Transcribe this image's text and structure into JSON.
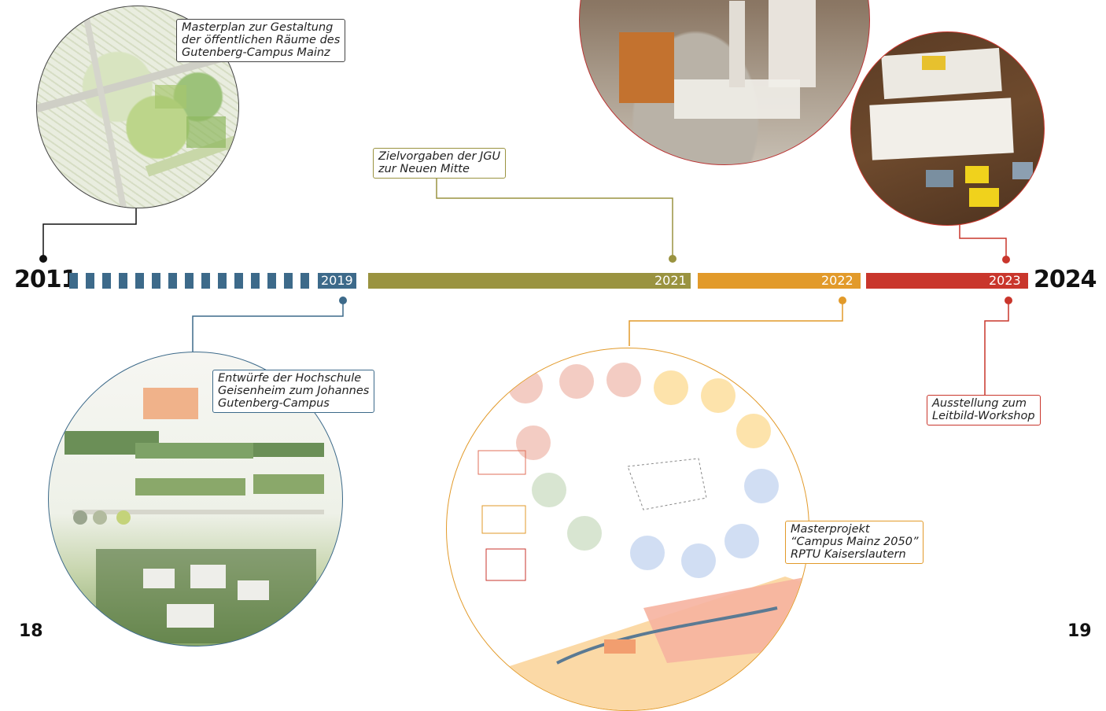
{
  "colors": {
    "blue": "#3d6a8a",
    "olive": "#9a9340",
    "orange": "#e29a2a",
    "red": "#c9362c",
    "ink": "#111111"
  },
  "timeline": {
    "start_year": "2011",
    "end_year": "2024",
    "segments": [
      {
        "label": "2019",
        "color": "blue"
      },
      {
        "label": "2021",
        "color": "olive"
      },
      {
        "label": "2022",
        "color": "orange"
      },
      {
        "label": "2023",
        "color": "red"
      }
    ]
  },
  "captions": {
    "masterplan": [
      "Masterplan zur Gestaltung",
      "der öffentlichen Räume des",
      "Gutenberg-Campus Mainz"
    ],
    "zielvorgaben": [
      "Zielvorgaben der JGU",
      "zur Neuen Mitte"
    ],
    "entwuerfe": [
      "Entwürfe der Hochschule",
      "Geisenheim zum Johannes",
      "Gutenberg-Campus"
    ],
    "masterprojekt": [
      "Masterprojekt",
      "“Campus Mainz 2050”",
      "RPTU Kaiserslautern"
    ],
    "ausstellung": [
      "Ausstellung zum",
      "Leitbild-Workshop"
    ]
  },
  "page_numbers": {
    "left": "18",
    "right": "19"
  }
}
